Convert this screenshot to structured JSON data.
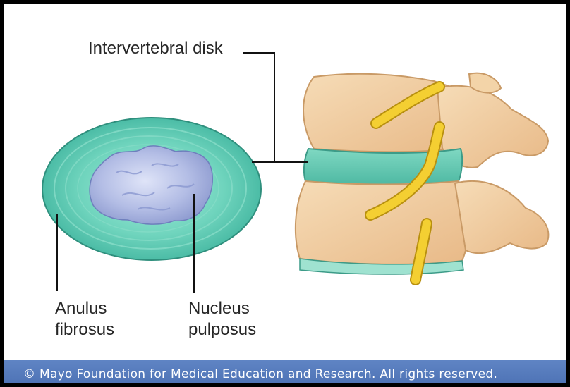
{
  "labels": {
    "intervertebral_disk": "Intervertebral disk",
    "anulus_line1": "Anulus",
    "anulus_line2": "fibrosus",
    "nucleus_line1": "Nucleus",
    "nucleus_line2": "pulposus"
  },
  "footer": {
    "credit": "© Mayo Foundation for Medical Education and Research.  All rights reserved."
  },
  "colors": {
    "anulus": "#6fd3bd",
    "nucleus": "#b4bfe6",
    "bone": "#f1cf9f",
    "nerve": "#f2cc2e",
    "footer_band": "#5677bb"
  }
}
